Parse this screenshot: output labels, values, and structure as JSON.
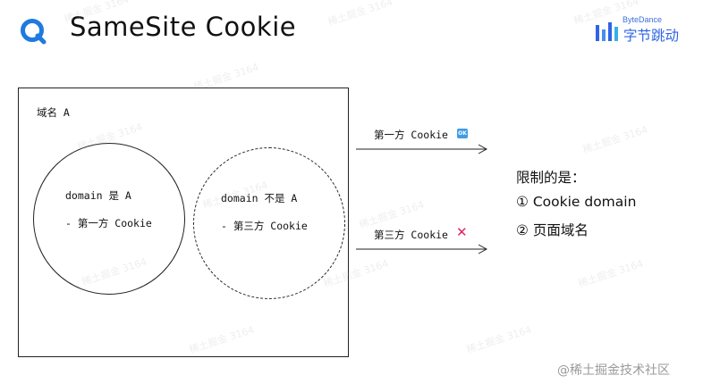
{
  "header": {
    "title": "SameSite Cookie",
    "brand_small": "ByteDance",
    "brand_name": "字节跳动",
    "logo_icon": "q-ring-logo-icon",
    "brand_icon": "bytedance-bars-icon"
  },
  "diagram": {
    "box_label": "域名 A",
    "circle_a": {
      "line1": "domain 是 A",
      "line2": "- 第一方 Cookie"
    },
    "circle_b": {
      "line1": "domain 不是 A",
      "line2": "- 第三方 Cookie"
    },
    "arrow_1": {
      "label": "第一方 Cookie",
      "badge": "OK"
    },
    "arrow_2": {
      "label": "第三方 Cookie",
      "mark": "✕"
    }
  },
  "restrictions": {
    "title": "限制的是：",
    "items": [
      "① Cookie domain",
      "② 页面域名"
    ]
  },
  "watermarks": {
    "repeated": "稀土掘金 3164",
    "footer": "@稀土掘金技术社区"
  },
  "colors": {
    "brand_blue": "#2f64e6",
    "logo_blue": "#1f7ae0",
    "ok_badge": "#3f9ce8",
    "x_mark": "#e0245e"
  }
}
